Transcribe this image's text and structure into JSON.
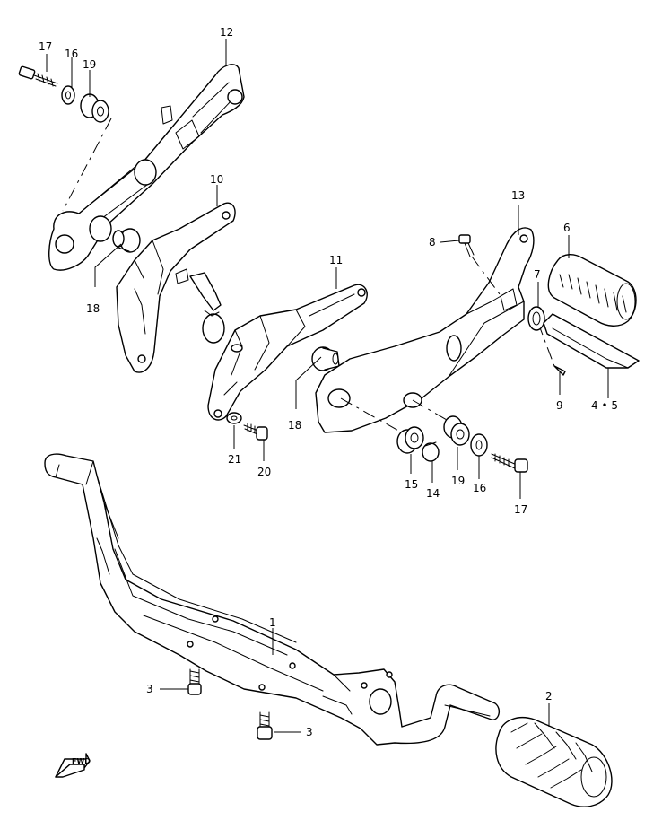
{
  "callouts": {
    "c17a": "17",
    "c16a": "16",
    "c19a": "19",
    "c12": "12",
    "c18a": "18",
    "c10": "10",
    "c11": "11",
    "c18b": "18",
    "c21": "21",
    "c20": "20",
    "c8": "8",
    "c13": "13",
    "c6": "6",
    "c7": "7",
    "c9": "9",
    "c45": "4 • 5",
    "c15": "15",
    "c14": "14",
    "c19b": "19",
    "c16b": "16",
    "c17b": "17",
    "c1": "1",
    "c3a": "3",
    "c3b": "3",
    "c2": "2"
  },
  "fwd_label": "FWD"
}
